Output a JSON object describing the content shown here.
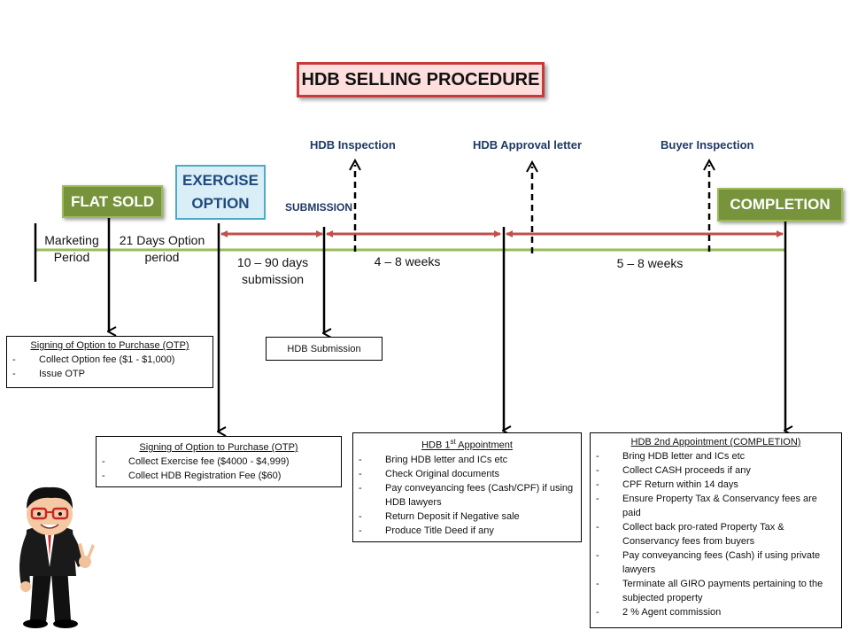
{
  "title": "HDB SELLING PROCEDURE",
  "stages": {
    "flat_sold": "FLAT SOLD",
    "exercise_option_1": "EXERCISE",
    "exercise_option_2": "OPTION",
    "submission": "SUBMISSION",
    "completion": "COMPLETION"
  },
  "milestones": {
    "hdb_inspection": "HDB Inspection",
    "hdb_approval": "HDB Approval letter",
    "buyer_inspection": "Buyer Inspection"
  },
  "periods": {
    "marketing_1": "Marketing",
    "marketing_2": "Period",
    "option_1": "21 Days Option",
    "option_2": "period",
    "submission_1": "10 – 90 days",
    "submission_2": "submission",
    "weeks_a": "4 – 8 weeks",
    "weeks_b": "5 – 8 weeks"
  },
  "boxes": {
    "otp_signing": {
      "title": "Signing of Option to Purchase (OTP)",
      "items": [
        "Collect Option fee  ($1 - $1,000)",
        "Issue OTP"
      ]
    },
    "hdb_submission": {
      "title": "HDB Submission"
    },
    "otp_exercise": {
      "title": "Signing of Option to Purchase (OTP)",
      "items": [
        "Collect Exercise fee ($4000 - $4,999)",
        "Collect  HDB Registration Fee ($60)"
      ]
    },
    "first_appointment": {
      "title_prefix": "HDB 1",
      "title_sup": "st",
      "title_suffix": " Appointment",
      "items": [
        "Bring HDB letter and ICs etc",
        "Check Original documents",
        "Pay conveyancing fees (Cash/CPF) if using HDB lawyers",
        "Return Deposit if Negative sale",
        "Produce Title Deed  if any"
      ]
    },
    "second_appointment": {
      "title": "HDB 2nd Appointment  (COMPLETION)",
      "items": [
        "Bring HDB letter and ICs etc",
        "Collect CASH proceeds  if any",
        "CPF Return within 14 days",
        "Ensure Property Tax & Conservancy fees are paid",
        "Collect back pro-rated Property Tax & Conservancy fees from buyers",
        "Pay conveyancing fees (Cash) if using private lawyers",
        "Terminate all GIRO payments pertaining to the subjected property",
        "2 % Agent commission"
      ]
    }
  },
  "colors": {
    "timeline": "#9bbb59",
    "span_arrow": "#c0504d",
    "green_box": "#77943c",
    "blue_box": "#daeef8",
    "title_border": "#c83a3a"
  }
}
